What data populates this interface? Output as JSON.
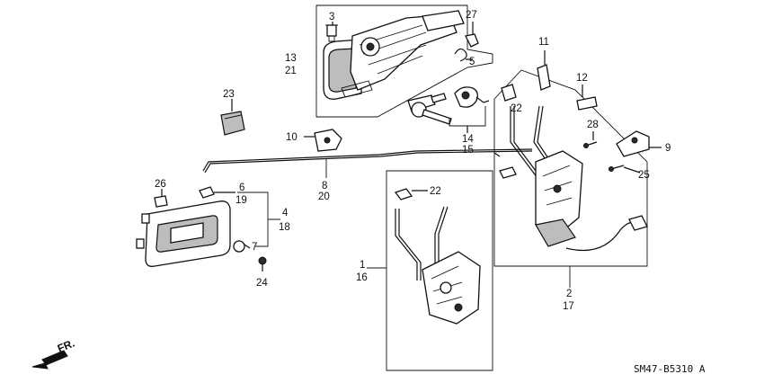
{
  "callouts": {
    "c1": "1",
    "c2": "2",
    "c3": "3",
    "c4": "4",
    "c5": "5",
    "c6": "6",
    "c7": "7",
    "c8": "8",
    "c9": "9",
    "c10": "10",
    "c11": "11",
    "c12": "12",
    "c13": "13",
    "c14": "14",
    "c15": "15",
    "c16": "16",
    "c17": "17",
    "c18": "18",
    "c19": "19",
    "c20": "20",
    "c21": "21",
    "c22a": "22",
    "c22b": "22",
    "c23": "23",
    "c24": "24",
    "c25": "25",
    "c26": "26",
    "c27": "27",
    "c28": "28"
  },
  "direction_label": "FR.",
  "diagram_code": "SM47-B5310 A"
}
